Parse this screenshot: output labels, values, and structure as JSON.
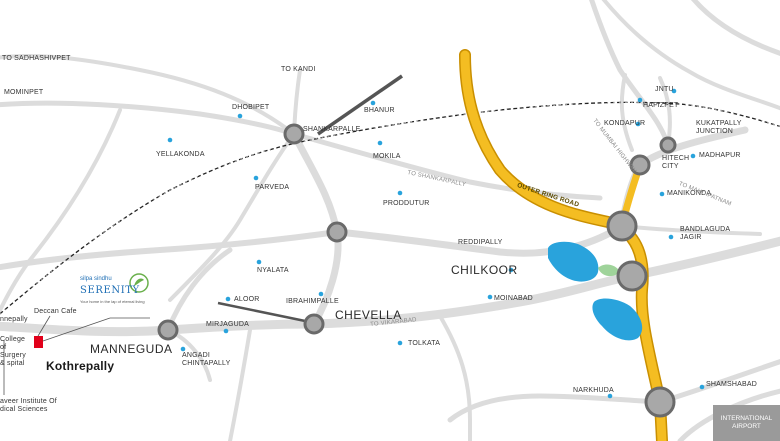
{
  "map": {
    "places": [
      {
        "id": "to-sadhashivpet",
        "text": "TO SADHASHIVPET"
      },
      {
        "id": "mominpet",
        "text": "MOMINPET"
      },
      {
        "id": "to-kandi",
        "text": "TO KANDI"
      },
      {
        "id": "dhobipet",
        "text": "DHOBIPET"
      },
      {
        "id": "bhanur",
        "text": "BHANUR"
      },
      {
        "id": "shankarpalle",
        "text": "SHANKARPALLE"
      },
      {
        "id": "yellakonda",
        "text": "YELLAKONDA"
      },
      {
        "id": "mokila",
        "text": "MOKILA"
      },
      {
        "id": "parveda",
        "text": "PARVEDA"
      },
      {
        "id": "produttur",
        "text": "PRODDUTUR"
      },
      {
        "id": "reddipally",
        "text": "REDDIPALLY"
      },
      {
        "id": "nyalata",
        "text": "NYALATA"
      },
      {
        "id": "aloor",
        "text": "ALOOR"
      },
      {
        "id": "ibrahimpalle",
        "text": "IBRAHIMPALLE"
      },
      {
        "id": "mirjaguda",
        "text": "MIRJAGUDA"
      },
      {
        "id": "angadi-chintapally",
        "text": "ANGADI CHINTAPALLY"
      },
      {
        "id": "tolkata",
        "text": "TOLKATA"
      },
      {
        "id": "moinabad",
        "text": "MOINABAD"
      },
      {
        "id": "narkhuda",
        "text": "NARKHUDA"
      },
      {
        "id": "shamshabad",
        "text": "SHAMSHABAD"
      },
      {
        "id": "jntu",
        "text": "JNTU"
      },
      {
        "id": "hafizpet",
        "text": "HAFIZPET"
      },
      {
        "id": "kondapur",
        "text": "KONDAPUR"
      },
      {
        "id": "hitech-city",
        "text": "HITECH CITY"
      },
      {
        "id": "madhapur",
        "text": "MADHAPUR"
      },
      {
        "id": "manikonda",
        "text": "MANIKONDA"
      },
      {
        "id": "bandlaguda-jagir",
        "text": "BANDLAGUDA JAGIR"
      }
    ],
    "big_labels": {
      "chilkoor": "CHILKOOR",
      "chevella": "CHEVELLA",
      "manneguda": "MANNEGUDA",
      "kothrepally": "Kothrepally"
    },
    "road_labels": {
      "outer_ring_road": "OUTER RING ROAD",
      "to_shankarpally": "TO SHANKARPALLY",
      "to_vikarabad": "TO VIKARABAD",
      "to_mumbai_highway": "TO MUMBAI HIGHWAY",
      "to_mahdipatnam": "TO MAHDIPATNAM",
      "kukatpally_junction": "KUKATPALLY JUNCTION"
    },
    "left_edge": {
      "nnepally": "nnepally",
      "deccan_cafe": "Deccan Cafe",
      "college": "College of Surgery & spital",
      "institute": "aveer Institute Of dical Sciences"
    },
    "logo": {
      "brand": "silpa sindhu",
      "name": "SERENITY",
      "tagline": "Your home in the lap of eternal living"
    },
    "airport": "INTERNATIONAL AIRPORT",
    "colors": {
      "roads": "#d7d7d7",
      "outer_ring_road": "#f2b820",
      "junction": "#8a8a8a",
      "water": "#29a3dc",
      "place_dot": "#29a3dc",
      "project_marker": "#e1001a"
    }
  }
}
